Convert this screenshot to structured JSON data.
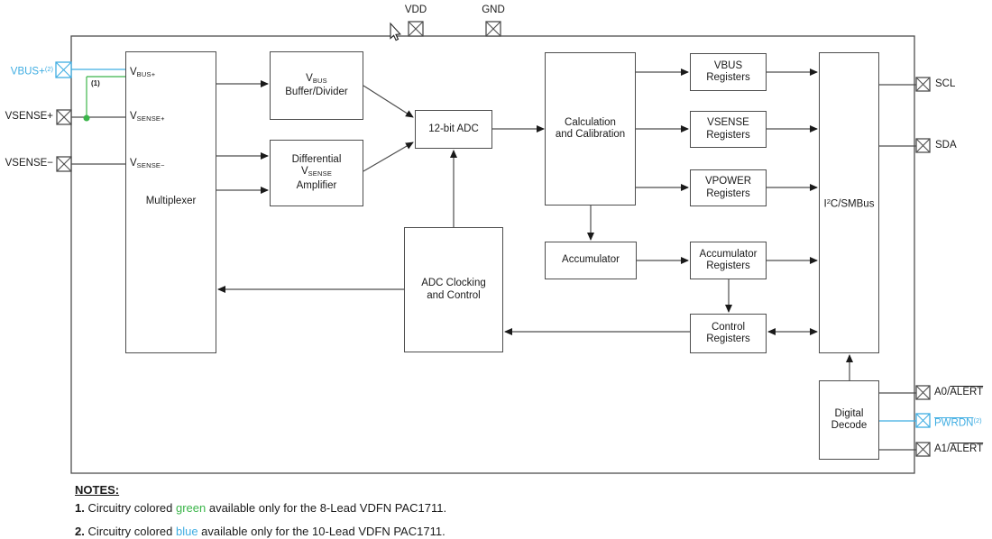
{
  "pins": {
    "vdd": {
      "label": "VDD"
    },
    "gnd": {
      "label": "GND"
    },
    "vbus_plus": {
      "label": "VBUS+",
      "sup": "(2)"
    },
    "vsense_plus": {
      "label": "VSENSE+"
    },
    "vsense_minus": {
      "label": "VSENSE−"
    },
    "scl": {
      "label": "SCL"
    },
    "sda": {
      "label": "SDA"
    },
    "a0_alert": {
      "prefix": "A0/",
      "overline": "ALERT"
    },
    "pwrdn": {
      "overline": "PWRDN",
      "sup": "(2)"
    },
    "a1_alert": {
      "prefix": "A1/",
      "overline": "ALERT"
    }
  },
  "blocks": {
    "multiplexer": {
      "label": "Multiplexer"
    },
    "mux_inputs": {
      "vbus": {
        "main": "V",
        "sub": "BUS+"
      },
      "vsense_p": {
        "main": "V",
        "sub": "SENSE+"
      },
      "vsense_m": {
        "main": "V",
        "sub": "SENSE−"
      }
    },
    "vbus_buffer": {
      "l1_main": "V",
      "l1_sub": "BUS",
      "l2": "Buffer/Divider"
    },
    "diff_amp": {
      "l1": "Differential",
      "l2_main": "V",
      "l2_sub": "SENSE",
      "l3": "Amplifier"
    },
    "adc": {
      "label": "12-bit ADC"
    },
    "adc_clocking": {
      "l1": "ADC Clocking",
      "l2": "and Control"
    },
    "calc": {
      "l1": "Calculation",
      "l2": "and Calibration"
    },
    "accumulator": {
      "label": "Accumulator"
    },
    "vbus_registers": {
      "l1": "VBUS",
      "l2": "Registers"
    },
    "vsense_registers": {
      "l1": "VSENSE",
      "l2": "Registers"
    },
    "vpower_registers": {
      "l1": "VPOWER",
      "l2": "Registers"
    },
    "accumulator_registers": {
      "l1": "Accumulator",
      "l2": "Registers"
    },
    "control_registers": {
      "l1": "Control",
      "l2": "Registers"
    },
    "i2c": {
      "pre": "I",
      "sup": "2",
      "post": "C/SMBus"
    },
    "digital_decode": {
      "l1": "Digital",
      "l2": "Decode"
    }
  },
  "annotations": {
    "green_ref": "(1)"
  },
  "notes": {
    "heading": "NOTES:",
    "items": [
      {
        "num": "1.",
        "pre": " Circuitry colored ",
        "word": "green",
        "post": " available only for the 8-Lead VDFN PAC1711."
      },
      {
        "num": "2.",
        "pre": " Circuitry colored ",
        "word": "blue",
        "post": " available only for the 10-Lead VDFN PAC1711."
      }
    ]
  },
  "colors": {
    "green": "#3bb54a",
    "blue": "#3fade2",
    "line": "#4d4d4d",
    "text": "#1a1a1a"
  }
}
